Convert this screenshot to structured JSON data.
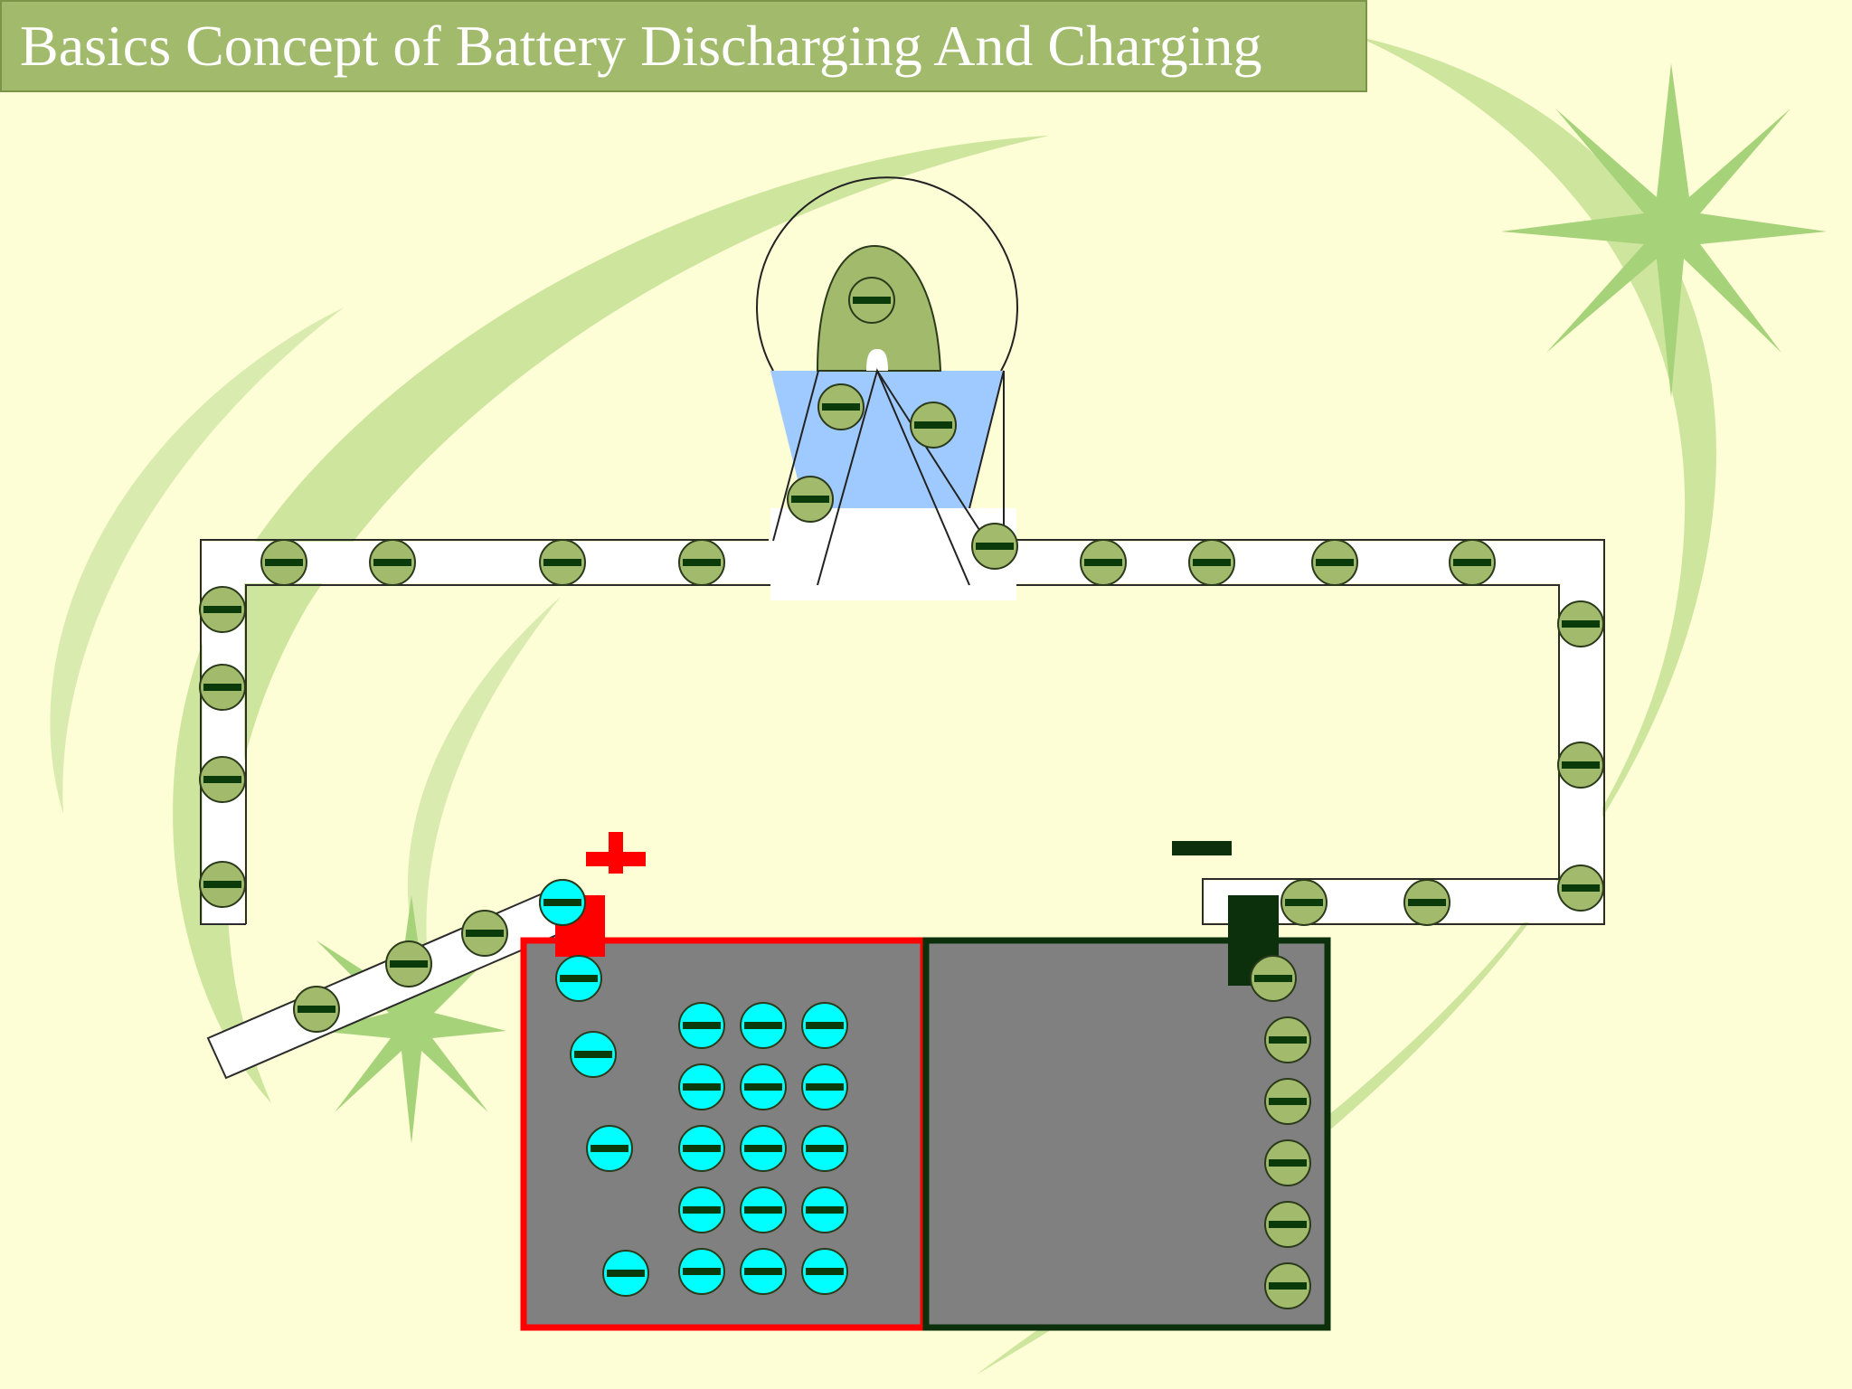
{
  "slide": {
    "title": "Basics Concept of Battery Discharging And Charging"
  },
  "diagram": {
    "positive_terminal_symbol": "plus-sign",
    "negative_terminal_symbol": "minus-sign",
    "electron_symbol": "minus-sign-in-circle",
    "colors": {
      "background": "#fdfdd6",
      "title_bar": "#a2ba6c",
      "decor_swoosh": "#c6e094",
      "decor_star": "#a6d27a",
      "wire": "#ffffff",
      "electron": "#a2ba6c",
      "electron_in_battery": "#00ffff",
      "electron_mark": "#0b3b0b",
      "bulb_base": "#9fcaff",
      "battery_body": "#808080",
      "positive_plate": "#ff0000",
      "negative_plate": "#0b300b"
    }
  }
}
